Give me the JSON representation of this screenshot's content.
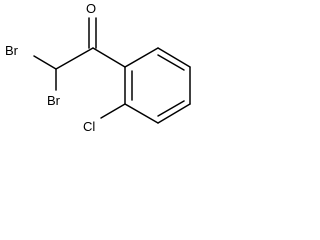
{
  "molecule": {
    "atoms": {
      "oxygen": "O",
      "bromine_upper": "Br",
      "bromine_lower": "Br",
      "chlorine": "Cl"
    }
  }
}
